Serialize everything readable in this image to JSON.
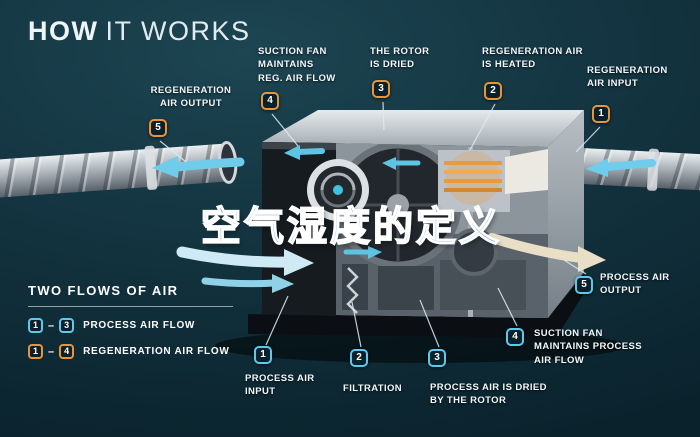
{
  "title": {
    "word1": "HOW",
    "word2": "IT WORKS"
  },
  "overlay": {
    "text": "空气湿度的定义"
  },
  "colors": {
    "process_accent": "#5ec9ea",
    "regen_accent": "#e6953c",
    "overlay_blue": "#2f66d6",
    "background": "#10303b"
  },
  "callouts": {
    "top": [
      {
        "num": "5",
        "label": "REGENERATION\nAIR OUTPUT",
        "flow": "regen"
      },
      {
        "num": "4",
        "label": "SUCTION FAN\nMAINTAINS\nREG. AIR FLOW",
        "flow": "regen"
      },
      {
        "num": "3",
        "label": "THE ROTOR\nIS DRIED",
        "flow": "regen"
      },
      {
        "num": "2",
        "label": "REGENERATION AIR\nIS HEATED",
        "flow": "regen"
      },
      {
        "num": "1",
        "label": "REGENERATION\nAIR INPUT",
        "flow": "regen"
      }
    ],
    "bottom": [
      {
        "num": "1",
        "label": "PROCESS AIR\nINPUT",
        "flow": "process"
      },
      {
        "num": "2",
        "label": "FILTRATION",
        "flow": "process"
      },
      {
        "num": "3",
        "label": "PROCESS AIR IS DRIED\nBY THE ROTOR",
        "flow": "process"
      },
      {
        "num": "4",
        "label": "SUCTION FAN\nMAINTAINS PROCESS\nAIR FLOW",
        "flow": "process"
      },
      {
        "num": "5",
        "label": "PROCESS AIR\nOUTPUT",
        "flow": "process"
      }
    ]
  },
  "legend": {
    "title": "TWO FLOWS OF AIR",
    "rows": [
      {
        "from": "1",
        "dash": "–",
        "to": "3",
        "label": "PROCESS AIR FLOW",
        "flow": "process"
      },
      {
        "from": "1",
        "dash": "–",
        "to": "4",
        "label": "REGENERATION AIR FLOW",
        "flow": "regen"
      }
    ]
  }
}
